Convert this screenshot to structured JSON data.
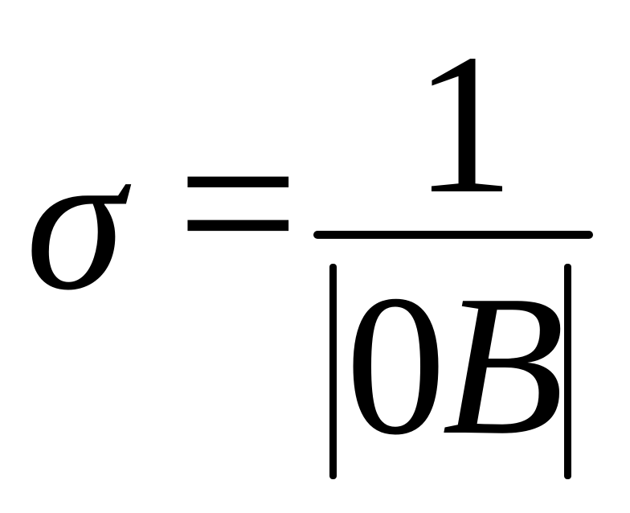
{
  "formula": {
    "lhs": "σ",
    "operator": "=",
    "numerator": "1",
    "denominator": {
      "abs_open": "|",
      "zero": "0",
      "variable": "B",
      "abs_close": "|"
    }
  },
  "colors": {
    "ink": "#000000",
    "background": "#ffffff"
  }
}
